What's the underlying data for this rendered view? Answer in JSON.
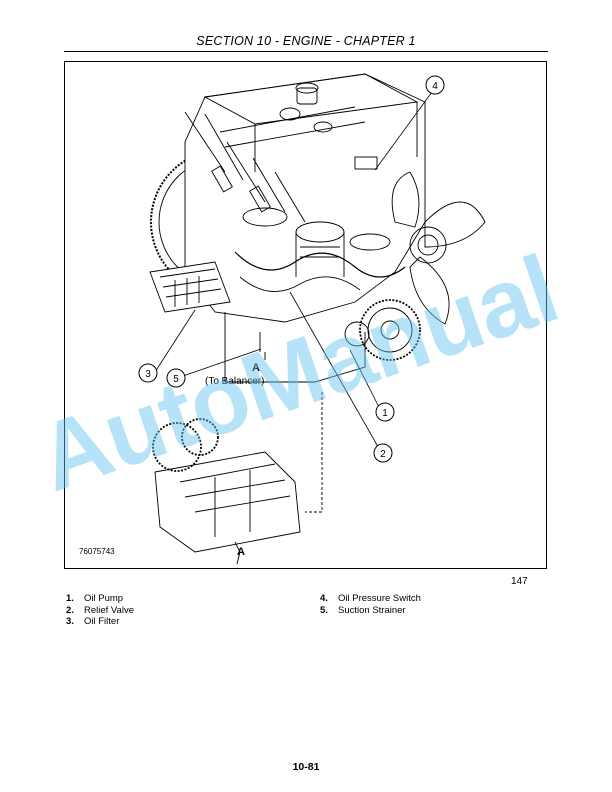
{
  "header": {
    "title": "SECTION 10 - ENGINE - CHAPTER 1"
  },
  "figure": {
    "number": "147",
    "code": "76075743",
    "callouts": [
      "1",
      "2",
      "3",
      "4",
      "5"
    ],
    "marker_a": "A",
    "balancer_label": "(To Balancer)"
  },
  "legend": {
    "left": [
      {
        "num": "1.",
        "label": "Oil Pump"
      },
      {
        "num": "2.",
        "label": "Relief Valve"
      },
      {
        "num": "3.",
        "label": "Oil Filter"
      }
    ],
    "right": [
      {
        "num": "4.",
        "label": "Oil Pressure Switch"
      },
      {
        "num": "5.",
        "label": "Suction Strainer"
      }
    ]
  },
  "watermark": {
    "text": "AutoManual",
    "color": "#5fc3ee"
  },
  "footer": {
    "page": "10-81"
  }
}
